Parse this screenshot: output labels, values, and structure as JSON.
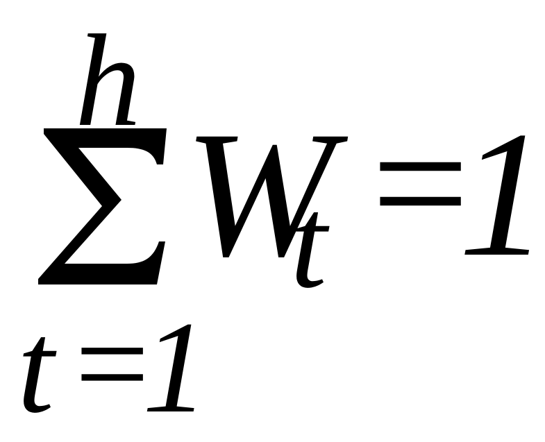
{
  "formula": {
    "sum_symbol": "∑",
    "upper_limit": "h",
    "variable": "W",
    "subscript": "t",
    "equals": "=",
    "rhs": "1",
    "lower_limit": {
      "variable": "t",
      "equals": "=",
      "value": "1"
    }
  }
}
